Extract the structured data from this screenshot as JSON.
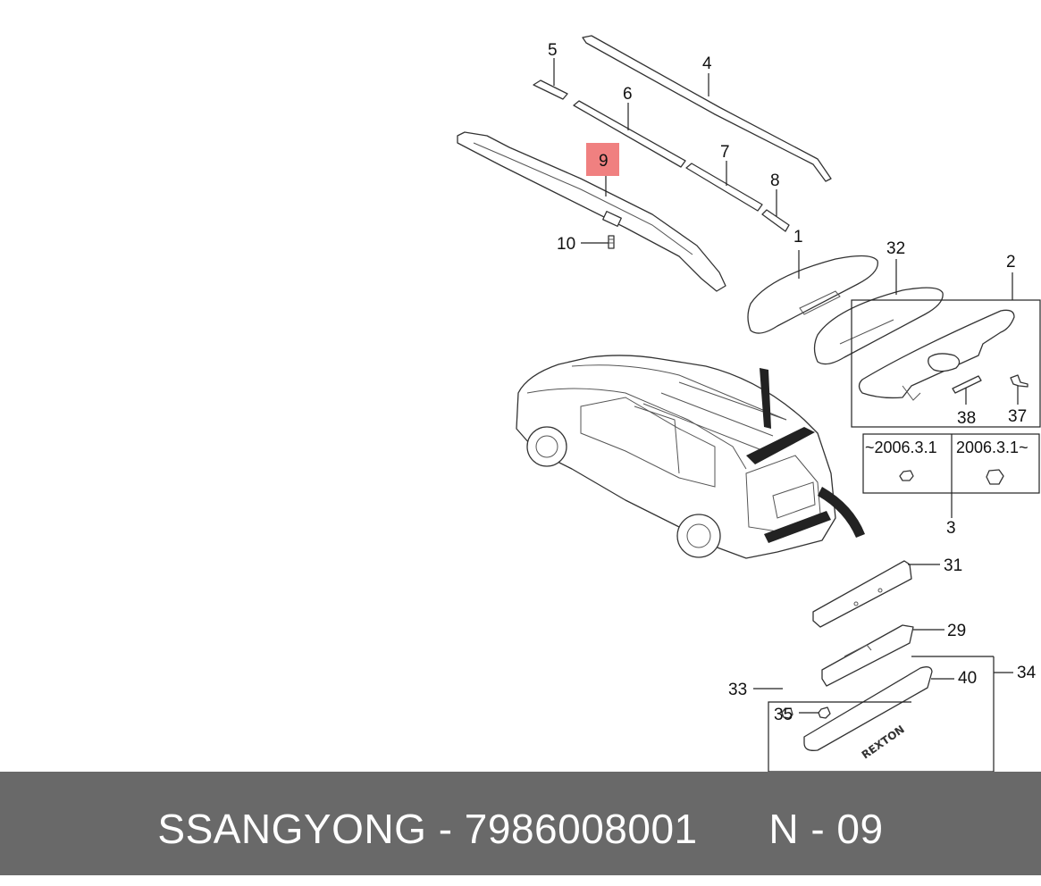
{
  "brand": "SSANGYONG",
  "part_number": "7986008001",
  "diagram_code": "N - 09",
  "footer_separator": "-",
  "highlight_color": "#f08080",
  "footer_color": "#696969",
  "callouts": {
    "c1": "1",
    "c2": "2",
    "c3": "3",
    "c4": "4",
    "c5": "5",
    "c6": "6",
    "c7": "7",
    "c8": "8",
    "c9": "9",
    "c10": "10",
    "c29": "29",
    "c31": "31",
    "c32": "32",
    "c33": "33",
    "c34": "34",
    "c35": "35",
    "c37": "37",
    "c38": "38",
    "c40": "40"
  },
  "date_variants": {
    "before": "~2006.3.1",
    "after": "2006.3.1~"
  },
  "emblem_text": "REXTON"
}
